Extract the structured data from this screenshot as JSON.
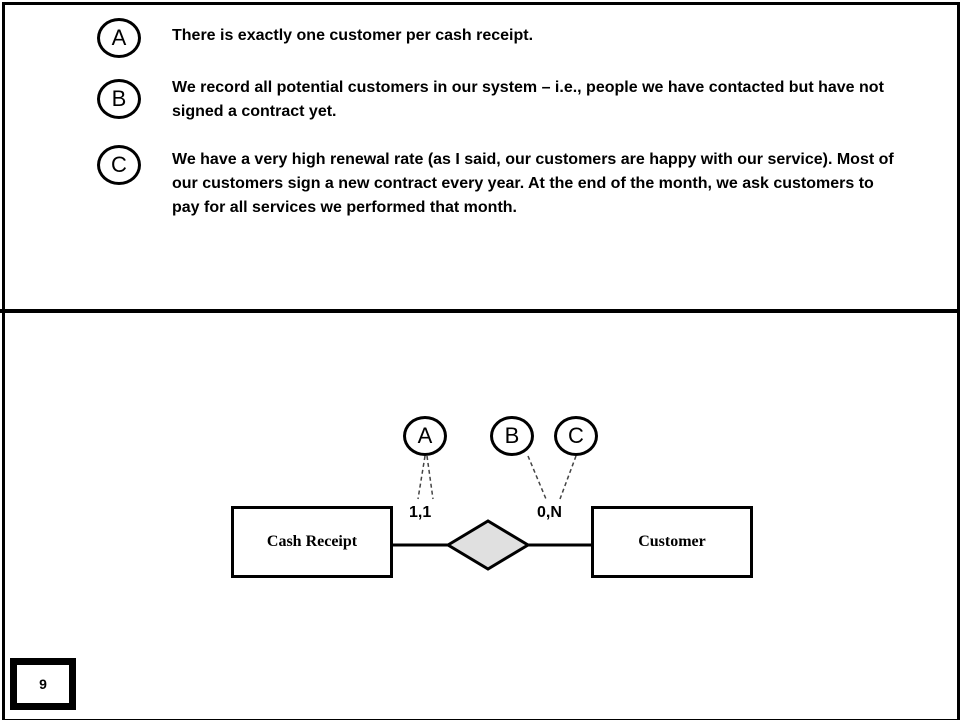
{
  "statements": [
    {
      "letter": "A",
      "text": "There is exactly one customer per cash receipt."
    },
    {
      "letter": "B",
      "text": "We record all potential customers in our system – i.e., people we have contacted but have not signed a contract yet."
    },
    {
      "letter": "C",
      "text": "We have a very high renewal rate (as I said, our customers are happy with our service). Most of our customers sign a new contract every year. At the end of the month, we ask customers to pay for all services we performed that month."
    }
  ],
  "diagram": {
    "entity_left": "Cash Receipt",
    "entity_right": "Customer",
    "cardinality_left": "1,1",
    "cardinality_right": "0,N",
    "markers": [
      "A",
      "B",
      "C"
    ]
  },
  "page_number": "9",
  "colors": {
    "relationship_fill": "#e0e0e0",
    "line": "#000000",
    "dash": "#444444"
  }
}
